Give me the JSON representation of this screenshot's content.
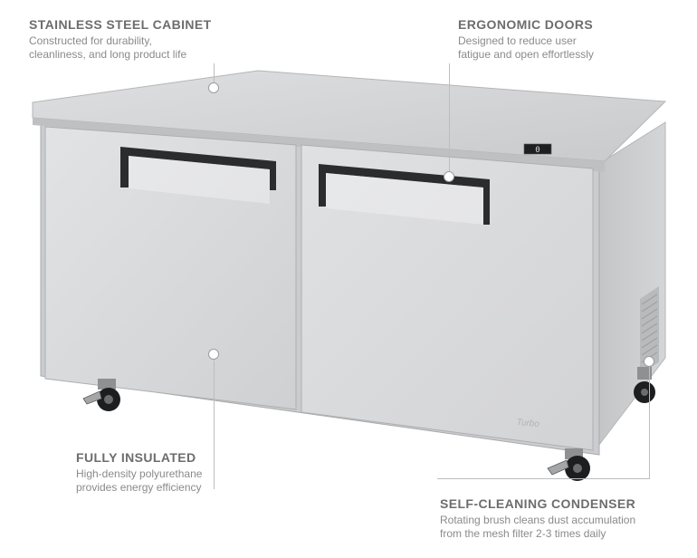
{
  "callouts": {
    "cabinet": {
      "title": "STAINLESS STEEL CABINET",
      "line1": "Constructed for durability,",
      "line2": "cleanliness, and long product life"
    },
    "doors": {
      "title": "ERGONOMIC DOORS",
      "line1": "Designed to reduce user",
      "line2": "fatigue and open effortlessly"
    },
    "insulated": {
      "title": "FULLY INSULATED",
      "line1": "High-density polyurethane",
      "line2": "provides energy efficiency"
    },
    "condenser": {
      "title": "SELF-CLEANING CONDENSER",
      "line1": "Rotating brush cleans dust accumulation",
      "line2": "from the mesh filter 2-3 times daily"
    }
  },
  "product": {
    "display_readout": "0",
    "brand_mark": "Turbo"
  },
  "colors": {
    "heading": "#6d6d6d",
    "body_text": "#8a8a8a",
    "leader_line": "#bdbdbd",
    "steel": "#d9dadc"
  }
}
